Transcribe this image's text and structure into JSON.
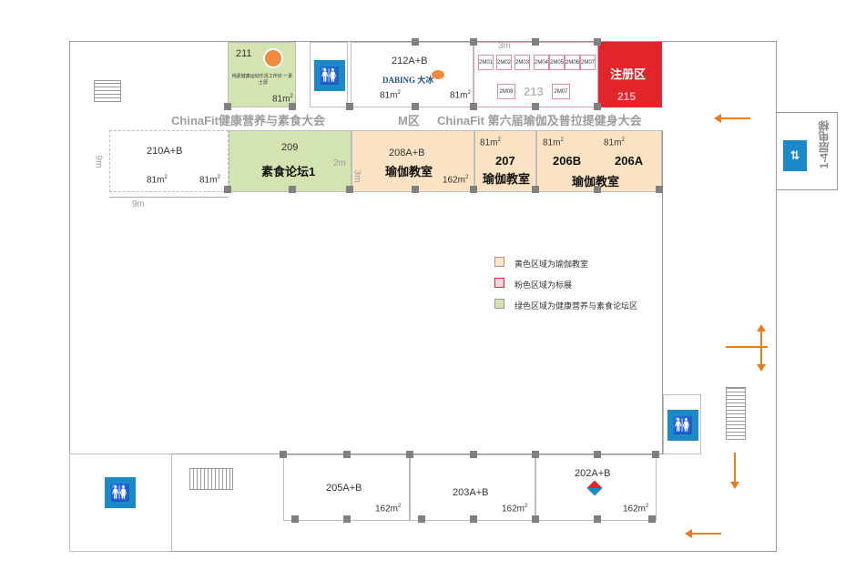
{
  "rooms": {
    "r211": {
      "no": "211",
      "area": "81m",
      "logo_text": "纯素健康运动乐活工作坊 一素·士源"
    },
    "r212": {
      "no": "212A+B",
      "area_left": "81m",
      "area_right": "81m",
      "logo_text": "DABING 大冰"
    },
    "r213": {
      "no": "213",
      "dim": "3m"
    },
    "r215": {
      "no": "215",
      "func": "注册区"
    },
    "r210": {
      "no": "210A+B",
      "area_left": "81m",
      "area_right": "81m"
    },
    "r209": {
      "no": "209",
      "func": "素食论坛1"
    },
    "r208": {
      "no": "208A+B",
      "func": "瑜伽教室",
      "area": "162m"
    },
    "r207": {
      "no": "207",
      "func": "瑜伽教室",
      "area": "81m"
    },
    "r206": {
      "no_b": "206B",
      "no_a": "206A",
      "func": "瑜伽教室",
      "area_b": "81m",
      "area_a": "81m"
    },
    "r205": {
      "no": "205A+B",
      "area": "162m"
    },
    "r203": {
      "no": "203A+B",
      "area": "162m"
    },
    "r202": {
      "no": "202A+B",
      "area": "162m"
    }
  },
  "booths": [
    "2M01",
    "2M02",
    "2M03",
    "2M04",
    "2M05",
    "2M06",
    "2M07",
    "2M08",
    "2M07"
  ],
  "bands": {
    "left": "ChinaFit健康营养与素食大会",
    "mid": "M区",
    "right": "ChinaFit 第六届瑜伽及普拉提健身大会"
  },
  "dims": {
    "m9_v": "9m",
    "m9_h": "9m",
    "m2": "2m",
    "m3": "3m"
  },
  "elevator": "1-4层电梯",
  "legend": [
    {
      "label": "黄色区域为瑜伽教室",
      "color": "#fbe3c3"
    },
    {
      "label": "粉色区域为标展",
      "color": "#f6d3de"
    },
    {
      "label": "绿色区域为健康营养与素食论坛区",
      "color": "#d4e4b0"
    }
  ],
  "icons": {
    "restroom": "restroom-icon",
    "elevator": "elevator-icon"
  },
  "colors": {
    "yellow": "#fbe3c3",
    "green": "#d4e4b0",
    "red": "#e2242b",
    "orange": "#e87d1e",
    "blue": "#1b8bc8"
  }
}
